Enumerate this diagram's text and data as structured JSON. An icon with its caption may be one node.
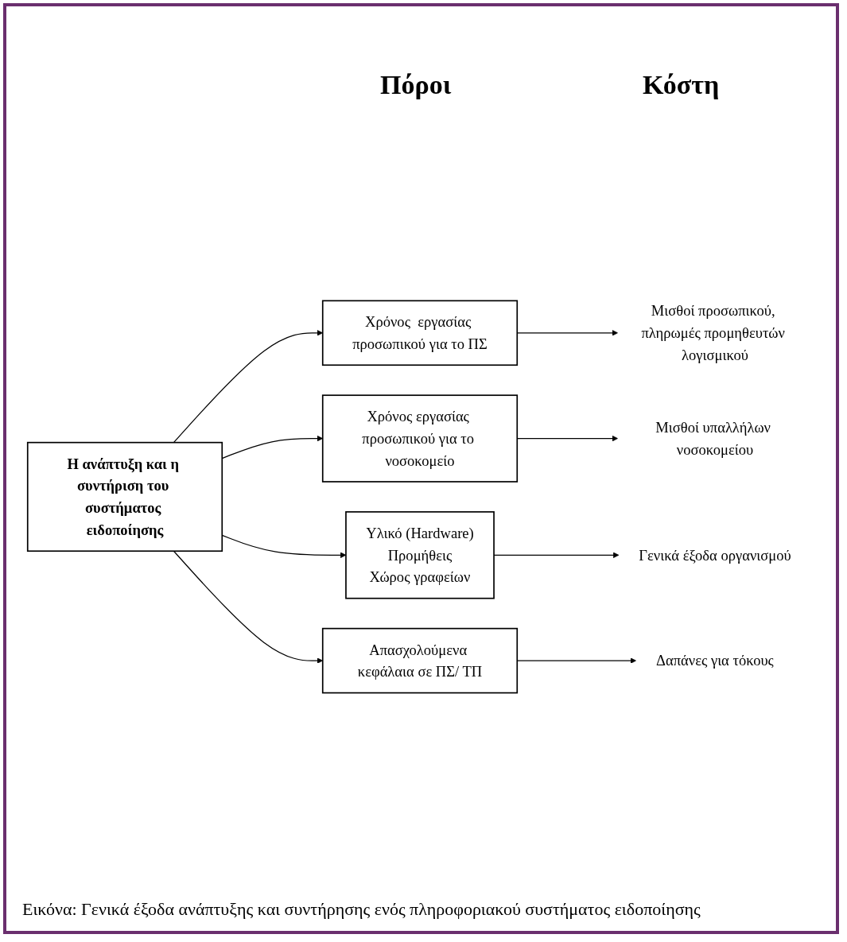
{
  "diagram": {
    "caption": "Εικόνα: Γενικά έξοδα ανάπτυξης και συντήρησης ενός πληροφοριακού συστήματος ειδοποίησης",
    "nodes": [
      {
        "text": [
          "Η ανάπτυξη και η συντήριση του συστήματος ειδοποίησης"
        ]
      },
      {
        "text": [
          "Χρόνος  εργασίας προσωπικού για το ΠΣ"
        ]
      },
      {
        "text": [
          "Χρόνος εργασίας προσωπικού για το νοσοκομείο"
        ]
      },
      {
        "text": [
          "Υλικό (Hardware)",
          "Προμήθεις",
          "Χώρος γραφείων"
        ]
      },
      {
        "text": [
          "Απασχολούμενα κεφάλαια σε ΠΣ/ ΤΠ"
        ]
      },
      {
        "text": [
          "Μισθοί προσωπικού, πληρωμές προμηθευτών λογισμικού"
        ]
      },
      {
        "text": [
          "Μισθοί υπαλλήλων νοσοκομείου"
        ]
      },
      {
        "text": [
          "Γενικά έξοδα οργανισμού"
        ]
      },
      {
        "text": [
          "Δαπάνες για τόκους"
        ]
      }
    ],
    "edges": [
      {
        "from": 0,
        "to": 1,
        "arrow": "to"
      },
      {
        "from": 0,
        "to": 2,
        "arrow": "to"
      },
      {
        "from": 0,
        "to": 3,
        "arrow": "to"
      },
      {
        "from": 0,
        "to": 4,
        "arrow": "to"
      },
      {
        "from": 1,
        "to": 5,
        "arrow": "to"
      },
      {
        "from": 2,
        "to": 6,
        "arrow": "to"
      },
      {
        "from": 3,
        "to": 7,
        "arrow": "to"
      },
      {
        "from": 4,
        "to": 8,
        "arrow": "to"
      }
    ],
    "labels": [
      "Πόροι",
      "Κόστη"
    ]
  }
}
